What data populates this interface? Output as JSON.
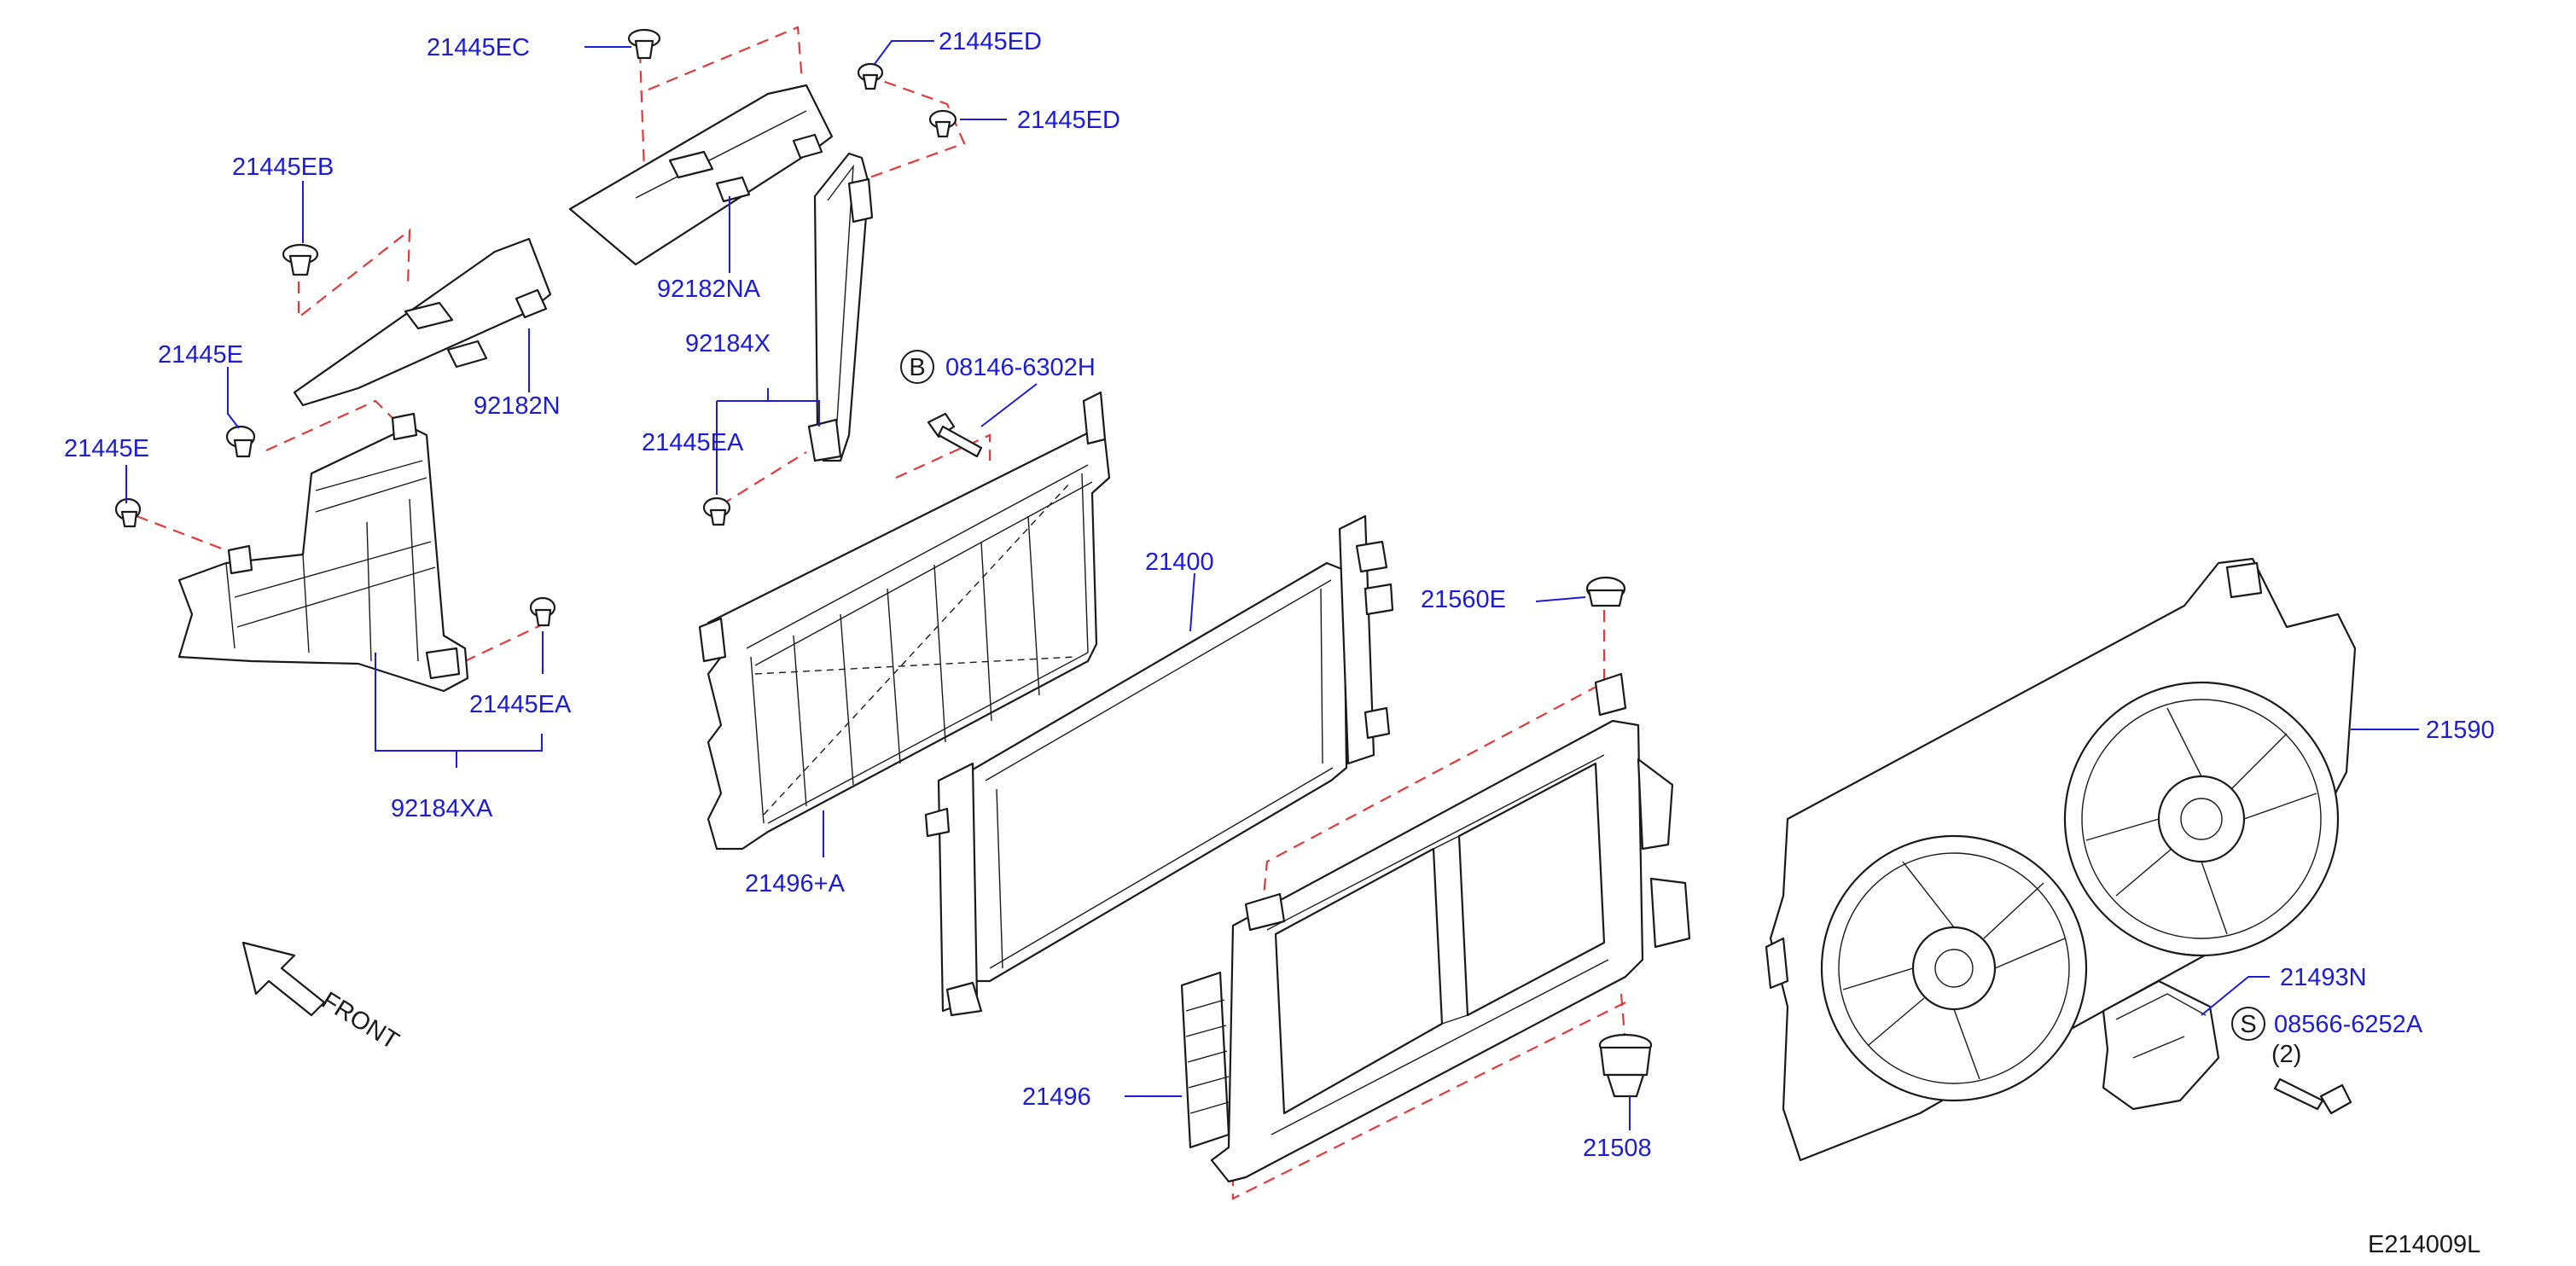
{
  "labels": {
    "c_21445EC": "21445EC",
    "c_21445ED_a": "21445ED",
    "c_21445ED_b": "21445ED",
    "c_21445EB": "21445EB",
    "c_92182NA": "92182NA",
    "c_21445E_a": "21445E",
    "c_92182N": "92182N",
    "c_92184X": "92184X",
    "c_08146": "08146-6302H",
    "c_21445EA_a": "21445EA",
    "c_21445E_b": "21445E",
    "c_21400": "21400",
    "c_21560E": "21560E",
    "c_21445EA_b": "21445EA",
    "c_92184XA": "92184XA",
    "c_21496A": "21496+A",
    "c_21590": "21590",
    "c_21493N": "21493N",
    "c_08566": "08566-6252A",
    "c_qty": "(2)",
    "c_21496": "21496",
    "c_21508": "21508",
    "front": "FRONT",
    "diagram_code": "E214009L",
    "badge_b": "B",
    "badge_s": "S"
  },
  "colors": {
    "callout_text": "#1c1cd6",
    "leader_line": "#1c1cd6",
    "assembly_dash": "#e03a3a",
    "linework": "#1a1a1a"
  }
}
